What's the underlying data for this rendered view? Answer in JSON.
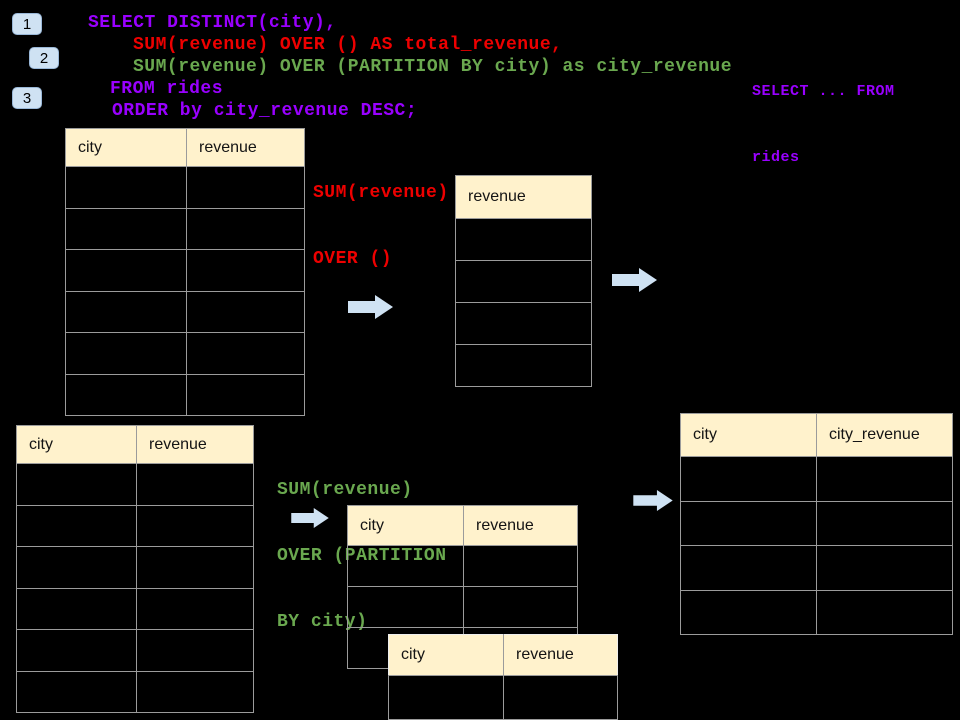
{
  "colors": {
    "background": "#000000",
    "sql_purple": "#9900ff",
    "sql_red": "#ee0000",
    "sql_green": "#6aa84f",
    "arrow_fill": "#cfe2f3",
    "badge_fill": "#cfe2f3",
    "table_header_bg": "#fff2cc",
    "table_border": "#9b9b9b"
  },
  "badges": [
    {
      "label": "1"
    },
    {
      "label": "2"
    },
    {
      "label": "3"
    }
  ],
  "sql_code": {
    "line1": "SELECT DISTINCT(city),",
    "line2": "SUM(revenue) OVER () AS total_revenue,",
    "line3": "SUM(revenue) OVER (PARTITION BY city) as city_revenue",
    "line4": "FROM rides",
    "line5": "ORDER by city_revenue DESC;"
  },
  "annotations": {
    "from_rides": {
      "line1": "SELECT ... FROM",
      "line2": "rides"
    },
    "total_revenue": {
      "line1": "SUM(revenue)",
      "line2": "OVER ()"
    },
    "partition": {
      "line1": "SUM(revenue)",
      "line2": "OVER (PARTITION",
      "line3": "BY city)"
    }
  },
  "tables": {
    "source_top": {
      "headers": [
        "city",
        "revenue"
      ],
      "empty_rows": 6
    },
    "total_result": {
      "headers": [
        "revenue"
      ],
      "empty_rows": 4
    },
    "source_bottom": {
      "headers": [
        "city",
        "revenue"
      ],
      "empty_rows": 6
    },
    "partition_mid": {
      "headers": [
        "city",
        "revenue"
      ],
      "empty_rows": 3
    },
    "partition_overlay": {
      "headers": [
        "city",
        "revenue"
      ],
      "empty_rows": 1
    },
    "final_result": {
      "headers": [
        "city",
        "city_revenue"
      ],
      "empty_rows": 4
    }
  }
}
